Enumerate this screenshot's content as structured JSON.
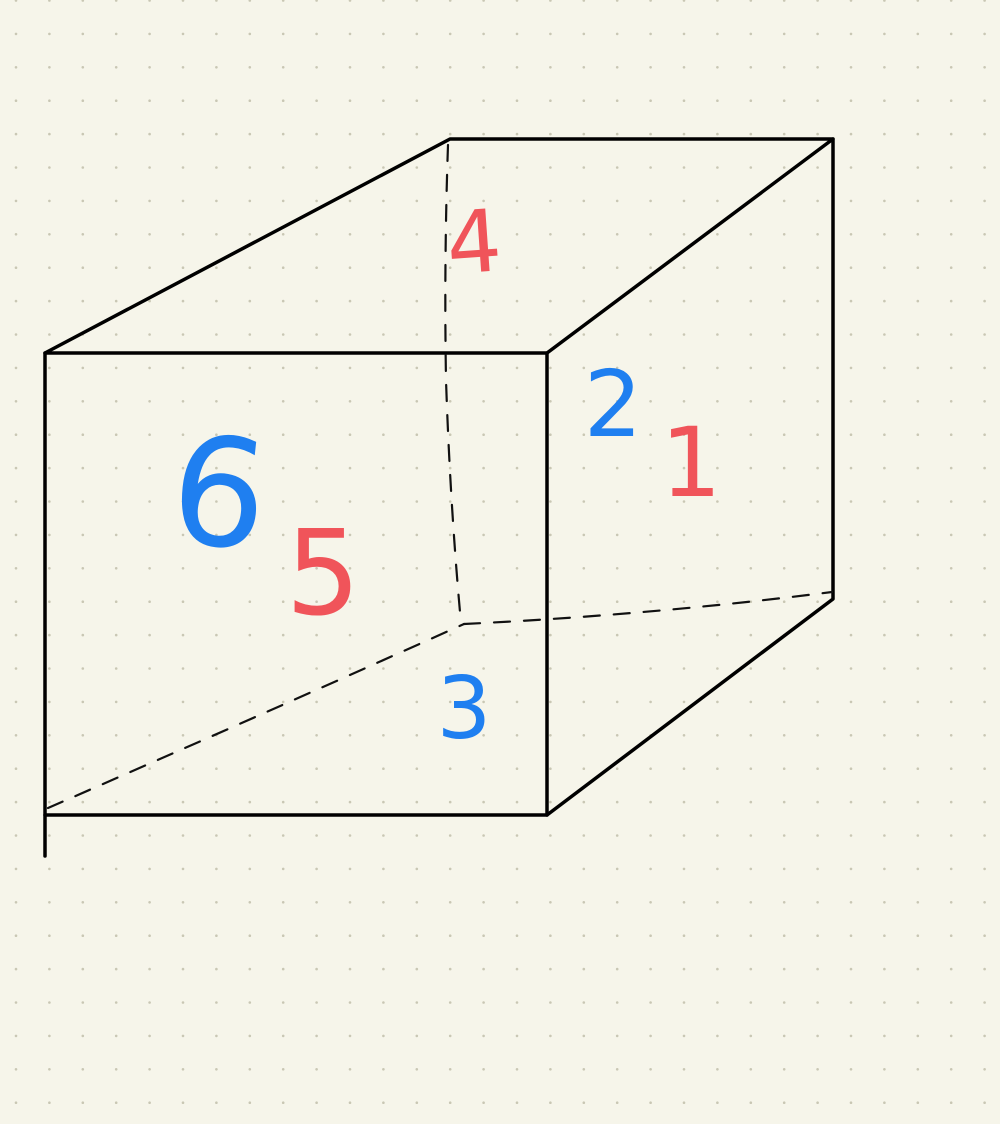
{
  "colors": {
    "background": "#f6f5ea",
    "grid_dot": "#c9c7b4",
    "ink": "#000000",
    "red": "#f0545a",
    "blue": "#1f7ff0"
  },
  "labels": [
    {
      "id": "label-1",
      "text": "1",
      "color": "red"
    },
    {
      "id": "label-2",
      "text": "2",
      "color": "blue"
    },
    {
      "id": "label-3",
      "text": "3",
      "color": "blue"
    },
    {
      "id": "label-4",
      "text": "4",
      "color": "red"
    },
    {
      "id": "label-5",
      "text": "5",
      "color": "red"
    },
    {
      "id": "label-6",
      "text": "6",
      "color": "blue"
    }
  ]
}
